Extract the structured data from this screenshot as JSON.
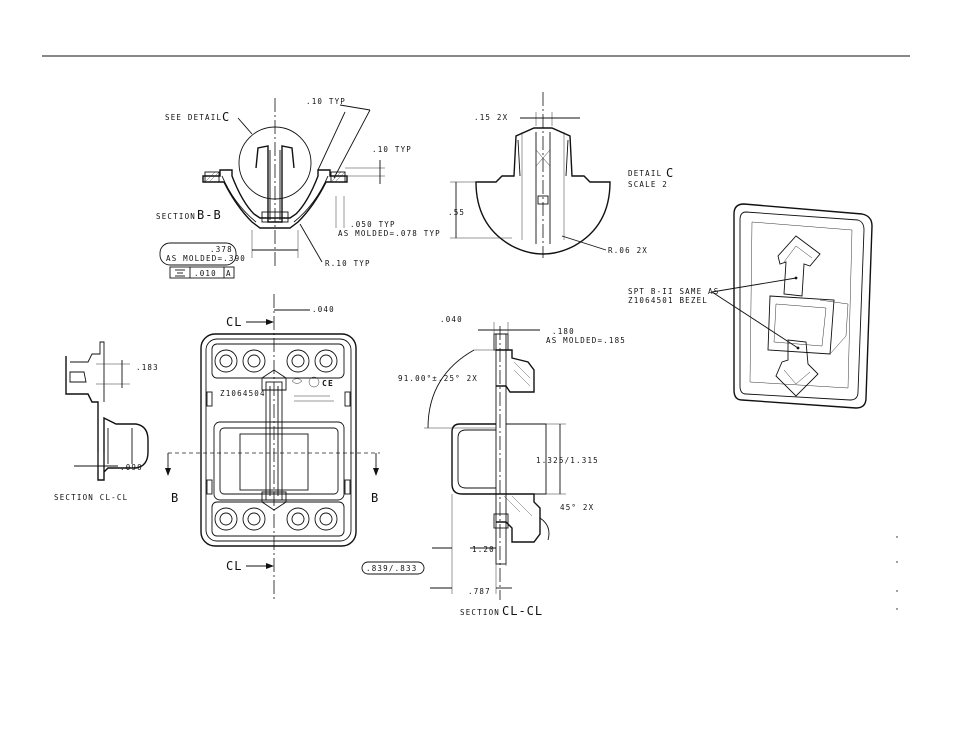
{
  "section_bb": {
    "see_detail": "SEE DETAIL",
    "detail_letter": "C",
    "dim_10_typ_top": ".10 TYP",
    "dim_10_typ_side": ".10 TYP",
    "label": "SECTION",
    "label_letters": "B-B",
    "dim_050": ".050 TYP",
    "dim_as_molded_078": "AS MOLDED=.078 TYP",
    "dim_378": ".378",
    "dim_as_molded_390": "AS MOLDED=.390",
    "dim_r10": "R.10 TYP",
    "gdt_tol": ".010",
    "gdt_datum": "A"
  },
  "detail_c": {
    "dim_15_2x": ".15 2X",
    "dim_55": ".55",
    "dim_r06": "R.06 2X",
    "label": "DETAIL",
    "label_letter": "C",
    "scale": "SCALE 2"
  },
  "front_view": {
    "cl_top": "CL",
    "cl_bottom": "CL",
    "dim_040": ".040",
    "part_number": "Z1064504",
    "section_mark_left": "B",
    "section_mark_right": "B"
  },
  "section_cl_left": {
    "dim_183": ".183",
    "dim_090": ".090",
    "label": "SECTION CL-CL"
  },
  "section_cl_right": {
    "dim_040": ".040",
    "dim_180": ".180",
    "dim_as_molded_185": "AS MOLDED=.185",
    "dim_angle": "91.00°±.25° 2X",
    "dim_1325": "1.325/1.315",
    "dim_45": "45° 2X",
    "dim_120": "1.20",
    "dim_787": ".787",
    "dim_839": ".839/.833",
    "label": "SECTION",
    "label_letters": "CL-CL"
  },
  "isometric": {
    "note_line1": "SPT B-II SAME AS",
    "note_line2": "Z1064501 BEZEL"
  }
}
